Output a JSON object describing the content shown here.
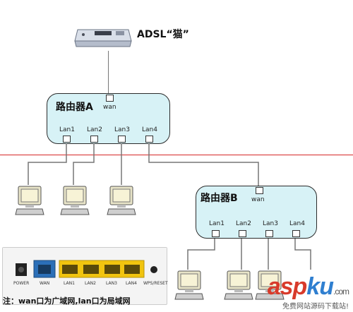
{
  "modem": {
    "label": "ADSL“猫”"
  },
  "router_a": {
    "title": "路由器A",
    "wan_label": "wan",
    "ports": [
      "Lan1",
      "Lan2",
      "Lan3",
      "Lan4"
    ]
  },
  "router_b": {
    "title": "路由器B",
    "wan_label": "wan",
    "ports": [
      "Lan1",
      "Lan2",
      "Lan3",
      "Lan4"
    ]
  },
  "back_panel": {
    "labels": [
      "POWER",
      "WAN",
      "LAN1",
      "LAN2",
      "LAN3",
      "LAN4",
      "WPS/RESET"
    ],
    "colors": {
      "wan": "#2b6fb8",
      "lan": "#f1c40f",
      "panel": "#f4f4f4"
    }
  },
  "note": "注：wan口为广域网,lan口为局域网",
  "watermark": {
    "main_a": "asp",
    "main_b": "ku",
    "suffix": ".com",
    "sub": "免费网站源码下载站!"
  },
  "colors": {
    "router_fill": "#d7f2f6",
    "divider": "#d62828",
    "wire": "#777777"
  }
}
